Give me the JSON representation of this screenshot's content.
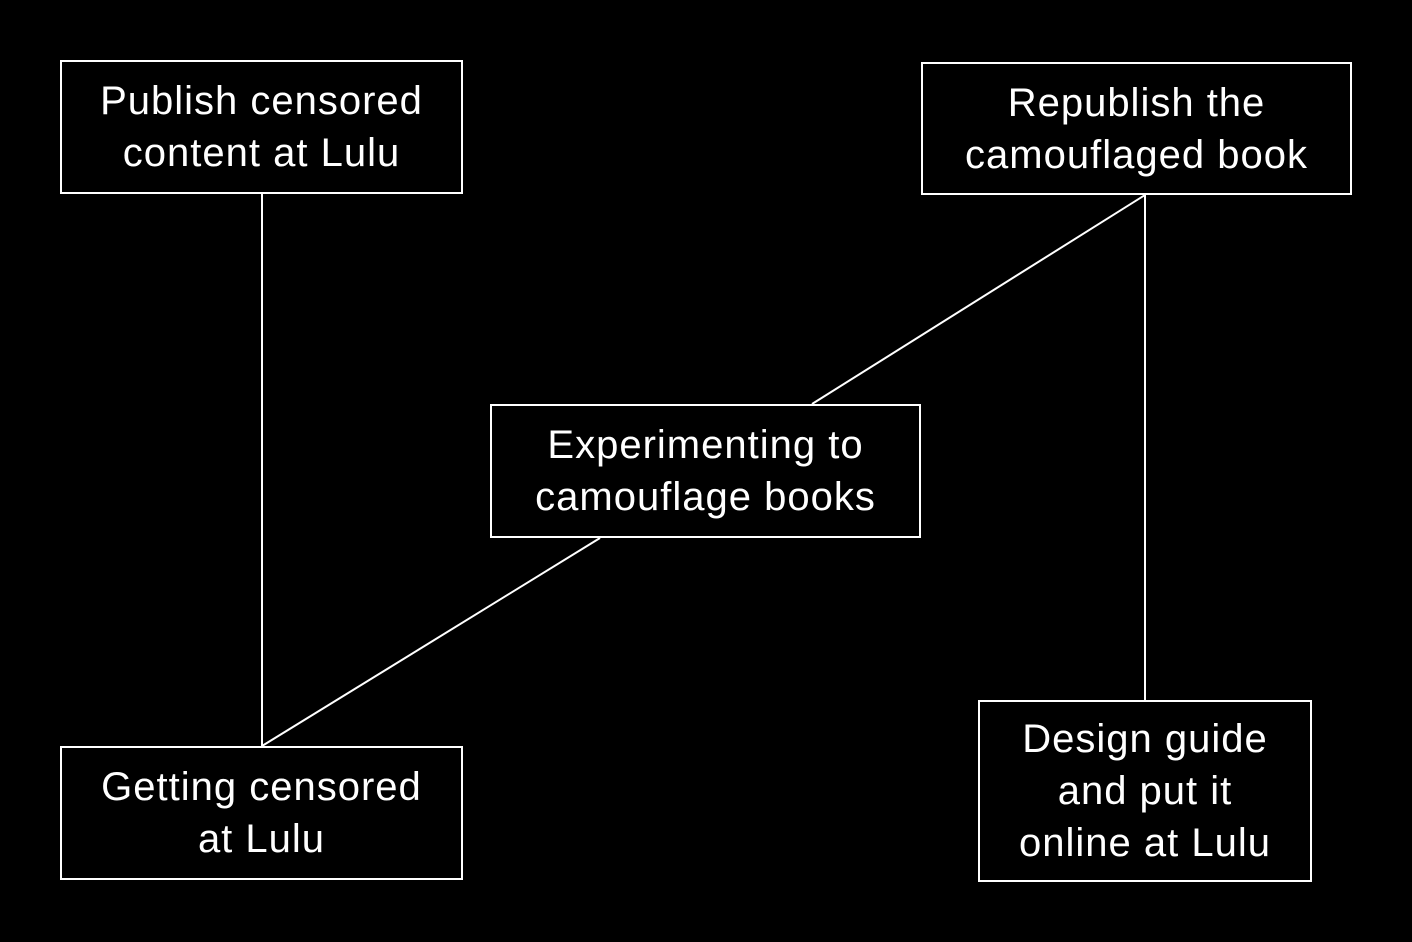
{
  "colors": {
    "background": "#000000",
    "foreground": "#ffffff"
  },
  "nodes": {
    "publish": {
      "lines": [
        "Publish censored",
        "content at Lulu"
      ]
    },
    "republish": {
      "lines": [
        "Republish the",
        "camouflaged book"
      ]
    },
    "experiment": {
      "lines": [
        "Experimenting to",
        "camouflage books"
      ]
    },
    "censored": {
      "lines": [
        "Getting censored",
        "at Lulu"
      ]
    },
    "design": {
      "lines": [
        "Design guide",
        "and put it",
        "online at Lulu"
      ]
    }
  },
  "edges": [
    {
      "from": "publish",
      "to": "censored"
    },
    {
      "from": "censored",
      "to": "experiment"
    },
    {
      "from": "experiment",
      "to": "republish"
    },
    {
      "from": "republish",
      "to": "design"
    }
  ]
}
